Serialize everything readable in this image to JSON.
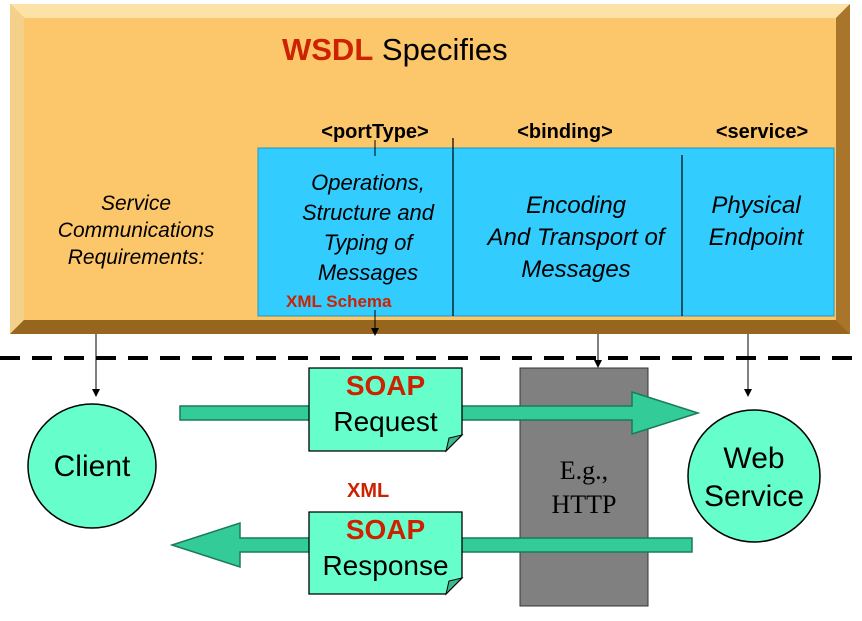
{
  "title": {
    "keyword": "WSDL",
    "rest": "Specifies"
  },
  "requirements_label": [
    "Service",
    "Communications",
    "Requirements:"
  ],
  "columns": [
    {
      "tag": "<portType>",
      "body": [
        "Operations,",
        "Structure and",
        "Typing of",
        "Messages"
      ],
      "note": "XML Schema"
    },
    {
      "tag": "<binding>",
      "body": [
        "Encoding",
        "And Transport of",
        "Messages"
      ]
    },
    {
      "tag": "<service>",
      "body": [
        "Physical",
        "Endpoint"
      ]
    }
  ],
  "client_label": "Client",
  "web_service_label": [
    "Web",
    "Service"
  ],
  "request": {
    "keyword": "SOAP",
    "label": "Request"
  },
  "response": {
    "keyword": "SOAP",
    "label": "Response"
  },
  "xml_label": "XML",
  "transport": [
    "E.g.,",
    "HTTP"
  ],
  "colors": {
    "panel_fill": "#fcc66a",
    "panel_dark": "#b8822e",
    "cyan": "#33ccff",
    "node_fill": "#66ffcc",
    "arrow_fill": "#33cc99",
    "note_fill": "#66ffcc",
    "transport_fill": "#808080",
    "accent_red": "#cc2200"
  }
}
